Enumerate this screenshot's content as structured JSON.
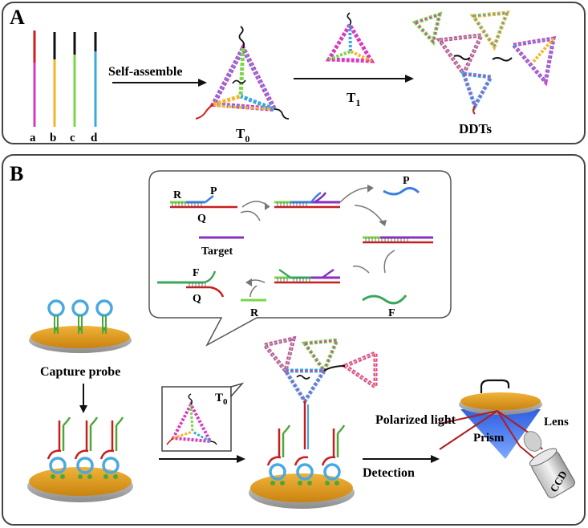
{
  "panel_a": {
    "letter": "A",
    "strands": [
      "a",
      "b",
      "c",
      "d"
    ],
    "step1_label": "Self-assemble",
    "t0_label": "T",
    "t0_sub": "0",
    "t1_label": "T",
    "t1_sub": "1",
    "ddt_label": "DDTs"
  },
  "panel_b": {
    "letter": "B",
    "bubble": {
      "r": "R",
      "p_top": "P",
      "q_top": "Q",
      "target": "Target",
      "p_right": "P",
      "f_left": "F",
      "q_left": "Q",
      "r_bottom": "R",
      "f_right": "F"
    },
    "capture_probe": "Capture probe",
    "t0_box_label": "T",
    "t0_box_sub": "0",
    "polarized_light": "Polarized light",
    "lens": "Lens",
    "prism": "Prism",
    "detection": "Detection",
    "ccd": "CCD"
  },
  "colors": {
    "strand_a": "#e0306a",
    "strand_b": "#f2b62a",
    "strand_c": "#7ad64a",
    "strand_d": "#3aa8e0",
    "gold": "#e8a21a",
    "probe_blue": "#49a9e0",
    "probe_green": "#4aa83a",
    "dark_red": "#b01e1e",
    "purple": "#8a2fbf"
  }
}
